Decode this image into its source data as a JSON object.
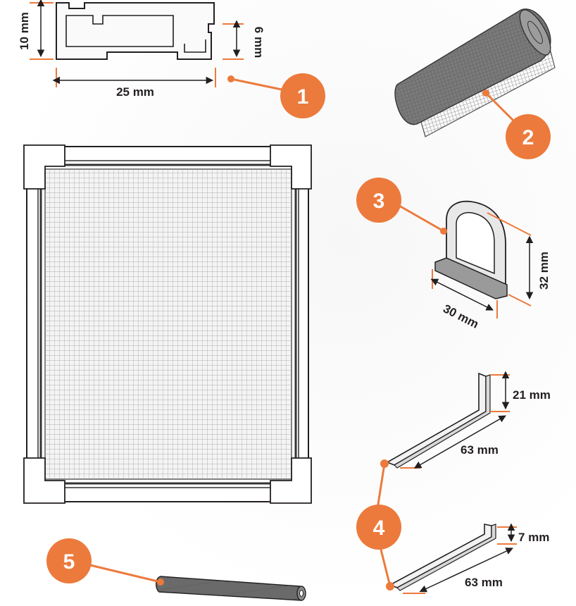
{
  "colors": {
    "accent": "#ec7a3c",
    "line": "#231f20",
    "mesh": "#bfbfbf",
    "roll": "#6f6f6f"
  },
  "callouts": {
    "one": "1",
    "two": "2",
    "three": "3",
    "four": "4",
    "five": "5"
  },
  "profile": {
    "height": "10 mm",
    "width": "25 mm",
    "groove": "6 mm"
  },
  "corner": {
    "height": "32 mm",
    "width": "30 mm"
  },
  "bracket_top": {
    "height": "21 mm",
    "length": "63 mm"
  },
  "bracket_bottom": {
    "height": "7 mm",
    "length": "63 mm"
  }
}
